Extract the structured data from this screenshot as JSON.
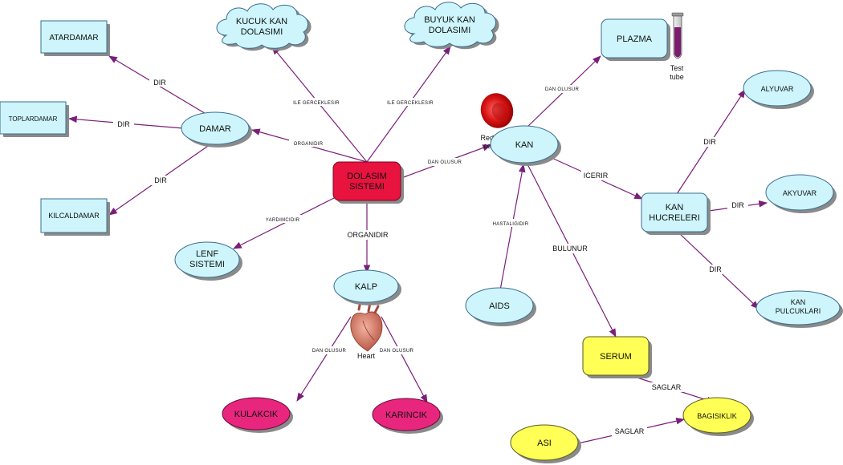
{
  "colors": {
    "line": "#7a1f7a",
    "light_blue": "#cdf5fb",
    "red_node": "#e8133f",
    "yellow_node": "#ffff55",
    "magenta_node": "#e8267e",
    "shadow": "#8a8a8a"
  },
  "nodes": {
    "dolasim": "DOLASIM\nSISTEMI",
    "kucuk": "KUCUK KAN\nDOLASIMI",
    "buyuk": "BUYUK KAN\nDOLASIMI",
    "atardamar": "ATARDAMAR",
    "toplardamar": "TOPLARDAMAR",
    "kilcaldamar": "KILCALDAMAR",
    "damar": "DAMAR",
    "lenf": "LENF\nSISTEMI",
    "kalp": "KALP",
    "kulakcik": "KULAKCIK",
    "karincik": "KARINCIK",
    "plazma": "PLAZMA",
    "kan": "KAN",
    "alyuvar": "ALYUVAR",
    "akyuvar": "AKYUVAR",
    "kan_hucreleri": "KAN\nHUCRELERI",
    "kan_pulcuklari": "KAN\nPULCUKLARI",
    "aids": "AIDS",
    "serum": "SERUM",
    "bagisiklik": "BAGISIKLIK",
    "asi": "ASI"
  },
  "edge_labels": {
    "dir": "DIR",
    "organidir": "ORGANIDIR",
    "ilegerceklesir": "ILE GERCEKLESIR",
    "yardimcidir": "YARDIMCIDIR",
    "danolusur": "DAN OLUSUR",
    "icerir": "ICERIR",
    "hastaligidir": "HASTALIGIDIR",
    "bulunur": "BULUNUR",
    "saglar": "SAGLAR"
  },
  "icons": {
    "test_tube": "test-tube-icon",
    "test_tube_caption": "Test\ntube",
    "red_blood_cell": "red-blood-cell-icon",
    "red_blood_cell_caption": "Red blood\ncell",
    "heart": "heart-icon",
    "heart_caption": "Heart"
  }
}
